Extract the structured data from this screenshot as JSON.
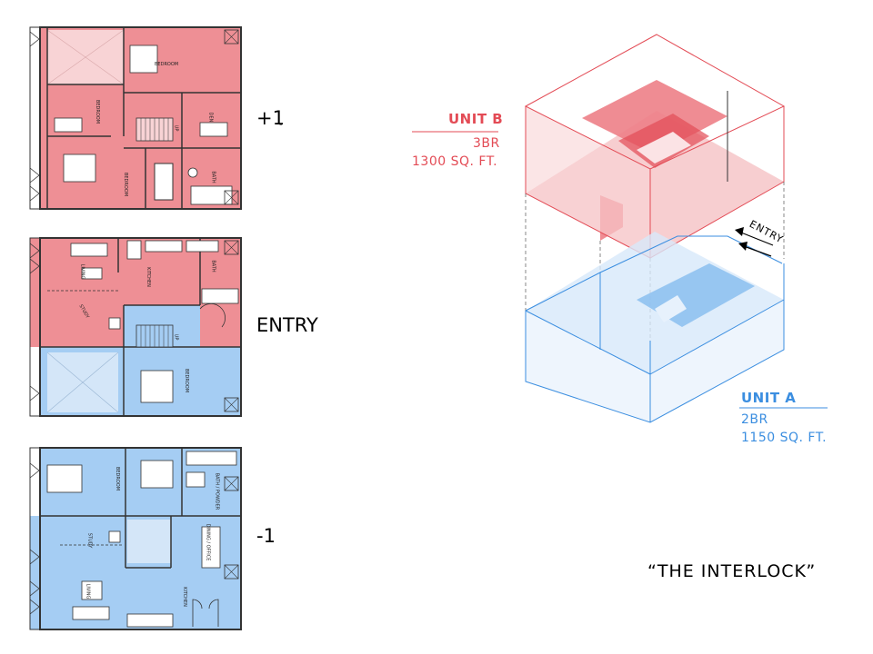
{
  "levels": {
    "upper": "+1",
    "upper_mark": "-",
    "entry": "ENTRY",
    "lower": "-1"
  },
  "rooms": {
    "upper_bedroom_main": "BEDROOM",
    "upper_bedroom_small": "BEDROOM",
    "upper_den": "DEN",
    "upper_bedroom_lower": "BEDROOM",
    "upper_bath": "BATH",
    "upper_up": "UP",
    "entry_living": "LIVING",
    "entry_kitchen": "KITCHEN",
    "entry_bath": "BATH",
    "entry_study": "STUDY",
    "entry_up": "UP",
    "entry_bedroom": "BEDROOM",
    "lower_bedroom": "BEDROOM",
    "lower_bath": "BATH / POWDER",
    "lower_study": "STUDY",
    "lower_dining": "DINING / OFFICE",
    "lower_living": "LIVING",
    "lower_kitchen": "KITCHEN"
  },
  "unit_b": {
    "name": "UNIT B",
    "bedrooms": "3BR",
    "area": "1300 SQ. FT.",
    "color": "#e34b55"
  },
  "unit_a": {
    "name": "UNIT A",
    "bedrooms": "2BR",
    "area": "1150 SQ. FT.",
    "color": "#3b8ee0"
  },
  "axon_entry": "ENTRY",
  "caption": "“THE INTERLOCK”"
}
